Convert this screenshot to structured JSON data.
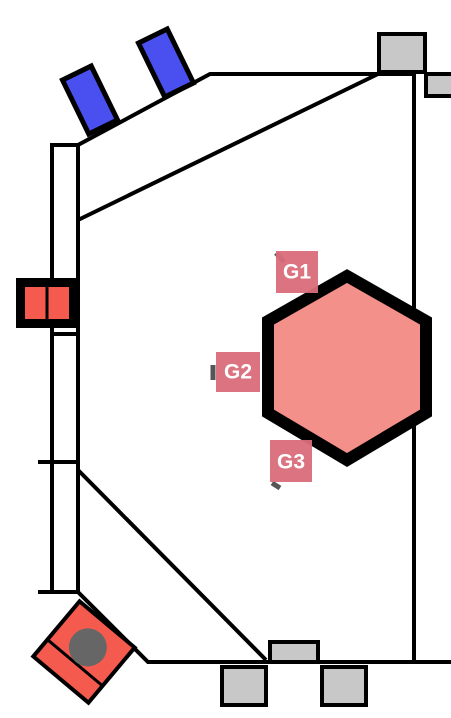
{
  "diagram": {
    "gates": [
      {
        "id": "G1",
        "label": "G1"
      },
      {
        "id": "G2",
        "label": "G2"
      },
      {
        "id": "G3",
        "label": "G3"
      }
    ],
    "colors": {
      "outline": "#000000",
      "floor": "#ffffff",
      "hexagon_fill": "#f4908a",
      "gate_tag_fill": "#d96b7a",
      "gate_text": "#ffffff",
      "blue_block": "#4a50f0",
      "red_block": "#f45a4e",
      "gray_block": "#c8c8c8",
      "gray_circle": "#666666"
    },
    "icons": {
      "blue_blocks": "rectangle",
      "gray_blocks": "square",
      "red_block_left": "split-rectangle",
      "red_block_bottom_left": "circle-in-diamond"
    }
  }
}
